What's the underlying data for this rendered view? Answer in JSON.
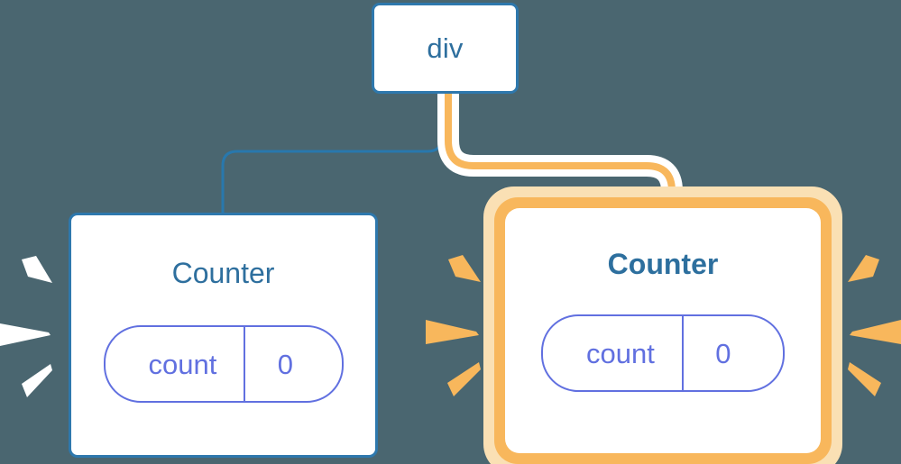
{
  "diagram": {
    "type": "component-tree",
    "title": "React component tree re-render highlight",
    "background_color": "#4a6670",
    "colors": {
      "background": "#4a6670",
      "node_fill": "#ffffff",
      "node_border_blue": "#2e78ad",
      "text_blue": "#2e6f9e",
      "state_purple": "#6170e0",
      "highlight_orange": "#f8b75c",
      "highlight_halo": "#fae0b4",
      "wire_blue": "#2878ad",
      "wire_orange": "#f8b75c",
      "wire_halo_white": "#ffffff",
      "sparkle_white": "#ffffff",
      "sparkle_orange": "#f8b75c"
    }
  },
  "nodes": {
    "root": {
      "label": "div",
      "highlighted": false
    },
    "counter_left": {
      "heading": "Counter",
      "highlighted": false,
      "state": {
        "key": "count",
        "value": "0"
      }
    },
    "counter_right": {
      "heading": "Counter",
      "highlighted": true,
      "state": {
        "key": "count",
        "value": "0"
      }
    }
  },
  "edges": [
    {
      "name": "edge-div-to-counter-left",
      "from": "root",
      "to": "counter_left",
      "color": "#2878ad",
      "highlighted": false
    },
    {
      "name": "edge-div-to-counter-right",
      "from": "root",
      "to": "counter_right",
      "color": "#f8b75c",
      "highlighted": true
    }
  ],
  "sparkle_groups": [
    {
      "name": "sparkles-left-of-counter-left",
      "color": "#ffffff",
      "count": 3,
      "direction": "right"
    },
    {
      "name": "sparkles-left-of-counter-right",
      "color": "#f8b75c",
      "count": 3,
      "direction": "right"
    },
    {
      "name": "sparkles-right-of-counter-right",
      "color": "#f8b75c",
      "count": 3,
      "direction": "left"
    }
  ]
}
